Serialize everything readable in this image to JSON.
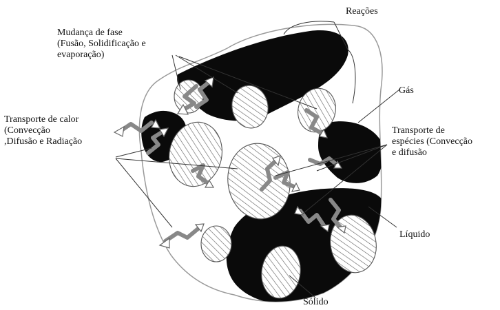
{
  "labels": {
    "reacoes": "Reações",
    "mudanca_fase": [
      "Mudança de fase",
      "(Fusão, Solidificação e",
      "evaporação)"
    ],
    "gas": "Gás",
    "transporte_calor": [
      "Transporte de calor",
      "(Convecção",
      ",Difusão e Radiação"
    ],
    "transporte_especies": [
      "Transporte de",
      "espécies (Convecção",
      "e difusão"
    ],
    "liquido": "Líquido",
    "solido": "Sólido"
  },
  "colors": {
    "liquid": "#0a0a0a",
    "gas": "#ffffff",
    "outline": "#9a9a9a",
    "hatch": "#555555",
    "leader": "#333333"
  }
}
